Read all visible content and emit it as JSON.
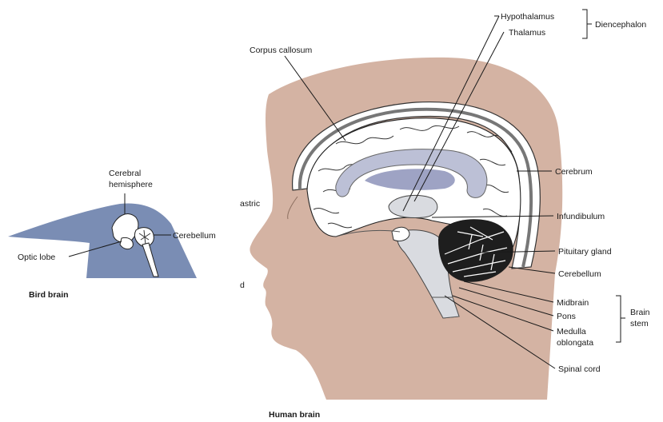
{
  "bird": {
    "caption": "Bird brain",
    "labels": {
      "cerebral_line1": "Cerebral",
      "cerebral_line2": "hemisphere",
      "cerebellum": "Cerebellum",
      "optic_lobe": "Optic lobe"
    }
  },
  "human": {
    "caption": "Human brain",
    "fragments": {
      "gastric": "astric",
      "d": "d"
    },
    "labels": {
      "corpus_callosum": "Corpus callosum",
      "hypothalamus": "Hypothalamus",
      "thalamus": "Thalamus",
      "diencephalon": "Diencephalon",
      "cerebrum": "Cerebrum",
      "infundibulum": "Infundibulum",
      "pituitary_gland": "Pituitary gland",
      "cerebellum": "Cerebellum",
      "midbrain": "Midbrain",
      "pons": "Pons",
      "medulla_line1": "Medulla",
      "medulla_line2": "oblongata",
      "brain_stem_line1": "Brain",
      "brain_stem_line2": "stem",
      "spinal_cord": "Spinal cord"
    }
  },
  "colors": {
    "skin": "#d4b3a3",
    "bird_head": "#7a8db4",
    "brain_white": "#ffffff",
    "ventricle": "#bcc0d6",
    "ventricle_dark": "#9ea3c4",
    "stem_gray": "#d9dbe0",
    "cerebellum_dark": "#1e1e1e",
    "skull_gray": "#6f6f6f"
  }
}
